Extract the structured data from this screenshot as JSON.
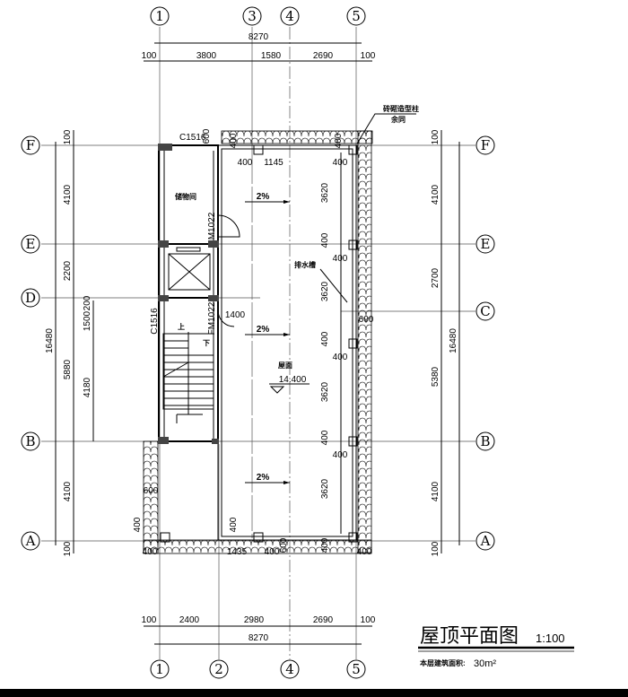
{
  "axes_top": [
    "1",
    "3",
    "4",
    "5"
  ],
  "axes_bottom": [
    "1",
    "2",
    "4",
    "5"
  ],
  "axes_left": [
    "F",
    "E",
    "D",
    "B",
    "A"
  ],
  "axes_right": [
    "F",
    "E",
    "C",
    "B",
    "A"
  ],
  "dims_top": {
    "total": "8270",
    "parts": [
      "100",
      "3800",
      "1580",
      "2690",
      "100"
    ]
  },
  "dims_bottom": {
    "total": "8270",
    "parts": [
      "100",
      "2400",
      "2980",
      "2690",
      "100"
    ]
  },
  "dims_left": {
    "total": "16480",
    "parts": [
      "100",
      "4100",
      "2200",
      "5880",
      "4100",
      "100"
    ],
    "inner": [
      "1500",
      "200",
      "4180"
    ]
  },
  "dims_right": {
    "total": "16480",
    "parts": [
      "100",
      "4100",
      "2700",
      "5380",
      "4100",
      "100"
    ]
  },
  "labels": {
    "storage": "储物间",
    "drain": "排水槽",
    "roof": "屋面",
    "elevation": "14.400",
    "column_note": "砖砌造型柱",
    "column_note2": "余同",
    "up": "上",
    "down": "下",
    "c1516_top": "C1516",
    "c1516_left": "C1516",
    "m1022": "M1022",
    "fm1022": "FM1022",
    "slope": "2%"
  },
  "inner_dims": {
    "d400": "400",
    "d600": "600",
    "d1145": "1145",
    "d1400": "1400",
    "d1435": "1435",
    "d3620": "3620"
  },
  "title": "屋顶平面图",
  "scale": "1:100",
  "area_label": "本层建筑面积:",
  "area_value": "30m²"
}
